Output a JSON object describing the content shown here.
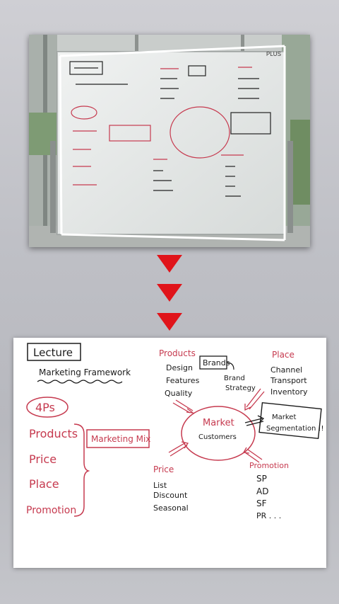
{
  "source_photo": {
    "brand": "PLUS",
    "description_tag": "captured whiteboard"
  },
  "arrows": [
    "down-1",
    "down-2",
    "down-3"
  ],
  "whiteboard": {
    "lecture": "Lecture",
    "framework": "Marketing Framework",
    "four_ps": "4Ps",
    "left_list": [
      "Products",
      "Price",
      "Place",
      "Promotion"
    ],
    "marketing_mix": "Marketing Mix",
    "products_title": "Products",
    "products_items": [
      "Design",
      "Features",
      "Quality"
    ],
    "brands": "Brands",
    "brand_strategy_1": "Brand",
    "brand_strategy_2": "Strategy",
    "place_title": "Place",
    "place_items": [
      "Channel",
      "Transport",
      "Inventory"
    ],
    "market": "Market",
    "customers": "Customers",
    "segmentation_1": "Market",
    "segmentation_2": "Segmentation !!",
    "price_title": "Price",
    "price_items": [
      "List",
      "Discount",
      "Seasonal"
    ],
    "promotion_title": "Promotion",
    "promotion_items": [
      "SP",
      "AD",
      "SF",
      "PR . . ."
    ]
  },
  "colors": {
    "red_marker": "#c63a4f",
    "black_marker": "#1b1b1b",
    "arrow_red": "#e0141a"
  }
}
